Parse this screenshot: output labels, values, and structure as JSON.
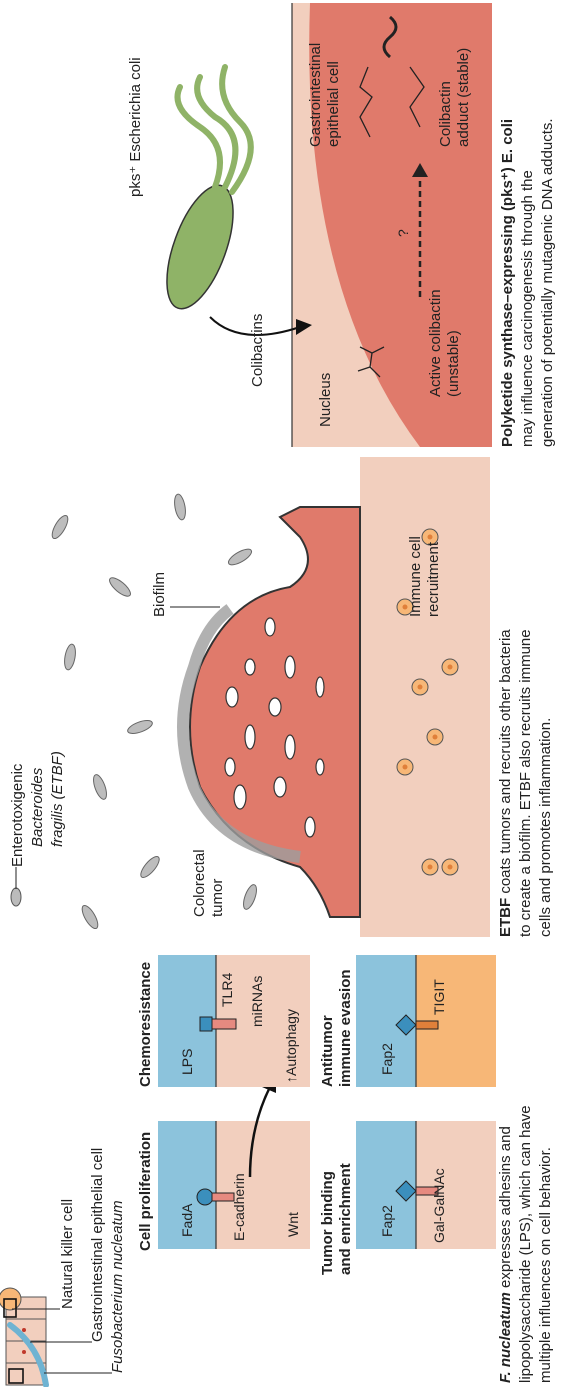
{
  "fuso": {
    "legend_nk": "Natural killer cell",
    "legend_gi": "Gastrointestinal epithelial cell",
    "legend_fn": "Fusobacterium nucleatum",
    "p1_title": "Cell proliferation",
    "p1_fadA": "FadA",
    "p1_ecad": "E-cadherin",
    "p1_wnt": "Wnt",
    "p2_title": "Chemoresistance",
    "p2_lps": "LPS",
    "p2_tlr4": "TLR4",
    "p2_mirna": "miRNAs",
    "p2_auto": "↑Autophagy",
    "p3_title_1": "Tumor binding",
    "p3_title_2": "and enrichment",
    "p3_fap2": "Fap2",
    "p3_gal": "Gal-GalNAc",
    "p4_title_1": "Antitumor",
    "p4_title_2": "immune evasion",
    "p4_fap2": "Fap2",
    "p4_tigit": "TIGIT",
    "caption_bold": "F. nucleatum",
    "caption_1": " expresses adhesins and",
    "caption_2": "lipopolysaccharide (LPS), which can have",
    "caption_3": "multiple influences on cell behavior."
  },
  "etbf": {
    "legend_1": "Enterotoxigenic",
    "legend_2": "Bacteroides",
    "legend_3": "fragilis (ETBF)",
    "biofilm": "Biofilm",
    "tumor_1": "Colorectal",
    "tumor_2": "tumor",
    "immune_1": "Immune cell",
    "immune_2": "recruitment",
    "caption_bold": "ETBF",
    "caption_1": " coats tumors and recruits other bacteria",
    "caption_2": "to create a biofilm. ETBF also recruits immune",
    "caption_3": "cells and promotes inflammation."
  },
  "ecoli": {
    "bacterium": "pks⁺ Escherichia coli",
    "colibactins": "Colibactins",
    "cell_1": "Gastrointestinal",
    "cell_2": "epithelial cell",
    "nucleus": "Nucleus",
    "active_1": "Active colibactin",
    "active_2": "(unstable)",
    "question": "?",
    "adduct_1": "Colibactin",
    "adduct_2": "adduct (stable)",
    "caption_bold": "Polyketide synthase–expressing (pks⁺) E. coli",
    "caption_1": "may influence carcinogenesis through the",
    "caption_2": "generation of potentially mutagenic DNA adducts."
  },
  "colors": {
    "pink_bg": "#f2cfbe",
    "blue": "#8cc3dc",
    "salmon": "#e07a6b",
    "orange": "#f7b777",
    "green": "#8fb367"
  }
}
